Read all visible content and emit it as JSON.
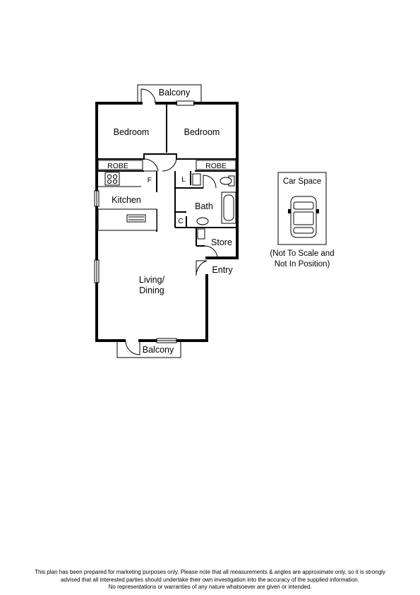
{
  "rooms": {
    "balcony_top": "Balcony",
    "bedroom_1": "Bedroom",
    "bedroom_2": "Bedroom",
    "robe_1": "ROBE",
    "robe_2": "ROBE",
    "fridge": "F",
    "laundry": "L",
    "kitchen": "Kitchen",
    "bath": "Bath",
    "cupboard": "C",
    "store": "Store",
    "entry": "Entry",
    "living_line1": "Living/",
    "living_line2": "Dining",
    "balcony_bottom": "Balcony"
  },
  "car_space": {
    "title": "Car Space",
    "note_line1": "(Not To Scale and",
    "note_line2": "Not In Position)"
  },
  "disclaimer": {
    "line1": "This plan has been prepared for marketing purposes only. Please note that all measurements & angles are approximate only, so it is strongly",
    "line2": "advised that all interested parties should undertake their own investigation into the accuracy of the supplied information.",
    "line3": "No representations or warranties of any nature whatsoever are given or intended."
  }
}
